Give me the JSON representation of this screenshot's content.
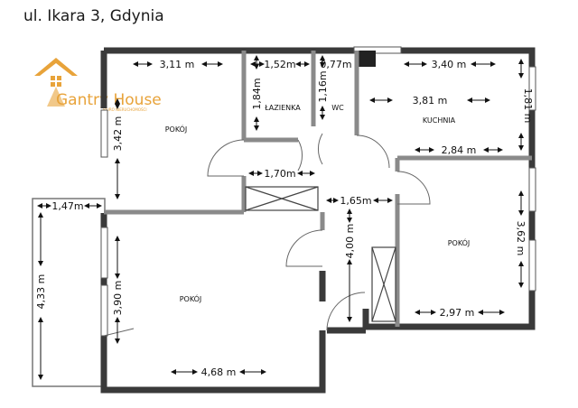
{
  "title": "ul. Ikara 3, Gdynia",
  "logo": {
    "text": "Gantry House",
    "subtitle": "BIURO NIERUCHOMOŚCI",
    "color": "#e8a33a"
  },
  "rooms": {
    "pokoj_nw": "POKÓJ",
    "lazienka": "ŁAZIENKA",
    "wc": "WC",
    "kuchnia": "KUCHNIA",
    "pokoj_e": "POKÓJ",
    "pokoj_sw": "POKÓJ"
  },
  "dimensions": {
    "d311": "3,11 m",
    "d152": "1,52m",
    "d077": "0,77m",
    "d340": "3,40 m",
    "d184": "1,84m",
    "d116": "1,16m",
    "d381": "3,81 m",
    "d181": "1,81 m",
    "d342": "3,42 m",
    "d284": "2,84 m",
    "d170": "1,70m",
    "d147": "1,47m",
    "d165": "1,65m",
    "d362": "3,62 m",
    "d400": "4,00 m",
    "d433": "4,33 m",
    "d390": "3,90 m",
    "d297": "2,97 m",
    "d468": "4,68 m"
  }
}
